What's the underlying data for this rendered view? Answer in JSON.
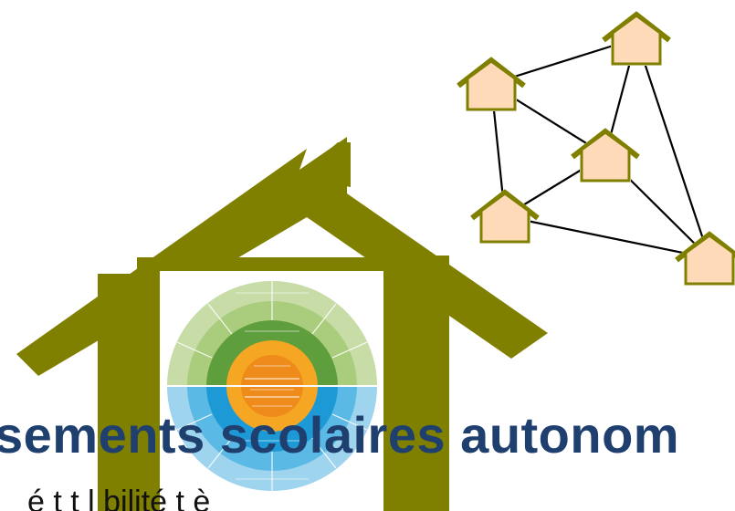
{
  "slide": {
    "headline": "sements scolaires autonom",
    "subline": "é    t    t    l       bilité    t  è"
  },
  "colors": {
    "big_house": "#808000",
    "small_house_fill": "#ffdab9",
    "small_house_stroke": "#808000",
    "network_line": "#000000",
    "wheel_green_outer": "#c7dca6",
    "wheel_green_mid": "#a9cc7d",
    "wheel_green_inner": "#5f9e3c",
    "wheel_blue_outer": "#9fd4ef",
    "wheel_blue_mid": "#5bb9e6",
    "wheel_blue_inner": "#1d9ad6",
    "wheel_orange_outer": "#f5a623",
    "wheel_orange_inner": "#ef8b1a",
    "headline_text": "#1f3f6e"
  },
  "icons": {
    "big_house": "house-icon",
    "small_house": "house-icon",
    "wheel": "quality-framework-wheel"
  },
  "network": {
    "nodes": [
      {
        "id": "h1"
      },
      {
        "id": "h2"
      },
      {
        "id": "h3"
      },
      {
        "id": "h4"
      },
      {
        "id": "h5"
      }
    ],
    "edges": [
      [
        "h1",
        "h2"
      ],
      [
        "h1",
        "h3"
      ],
      [
        "h1",
        "h4"
      ],
      [
        "h2",
        "h3"
      ],
      [
        "h2",
        "h5"
      ],
      [
        "h3",
        "h4"
      ],
      [
        "h3",
        "h5"
      ],
      [
        "h4",
        "h5"
      ]
    ]
  }
}
